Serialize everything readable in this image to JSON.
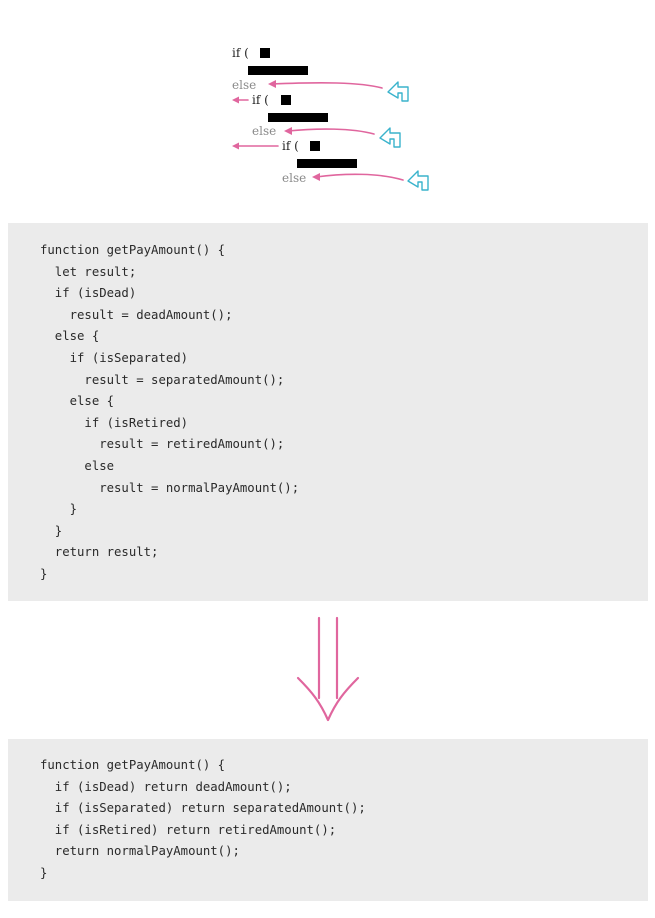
{
  "diagram": {
    "if_label": "if (",
    "else_label": "else",
    "colors": {
      "arrow": "#e0669e",
      "refactor_arrow": "#3ab3cc",
      "block": "#000000"
    }
  },
  "code_before": [
    "function getPayAmount() {",
    "  let result;",
    "  if (isDead)",
    "    result = deadAmount();",
    "  else {",
    "    if (isSeparated)",
    "      result = separatedAmount();",
    "    else {",
    "      if (isRetired)",
    "        result = retiredAmount();",
    "      else",
    "        result = normalPayAmount();",
    "    }",
    "  }",
    "  return result;",
    "}"
  ],
  "code_after": [
    "function getPayAmount() {",
    "  if (isDead) return deadAmount();",
    "  if (isSeparated) return separatedAmount();",
    "  if (isRetired) return retiredAmount();",
    "  return normalPayAmount();",
    "}"
  ],
  "transform_arrow": {
    "icon": "double-down-arrow-icon",
    "color": "#e0669e"
  }
}
